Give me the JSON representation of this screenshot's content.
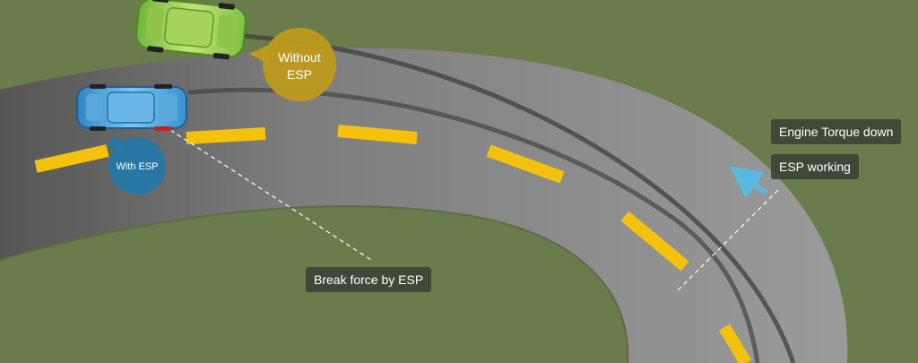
{
  "diagram": {
    "labels": {
      "without_esp_line1": "Without",
      "without_esp_line2": "ESP",
      "with_esp": "With ESP",
      "engine_torque": "Engine Torque down",
      "esp_working": "ESP working",
      "break_force": "Break force by ESP"
    },
    "colors": {
      "grass": "#6a7c4c",
      "road": "#8d8d8d",
      "lane_marking": "#f4c20d",
      "car_without_esp": "#8ed048",
      "car_with_esp": "#3c9ad8",
      "bubble_without_esp": "#bf9a1c",
      "bubble_with_esp": "#2578a6",
      "arrow": "#5ab8e0"
    }
  }
}
